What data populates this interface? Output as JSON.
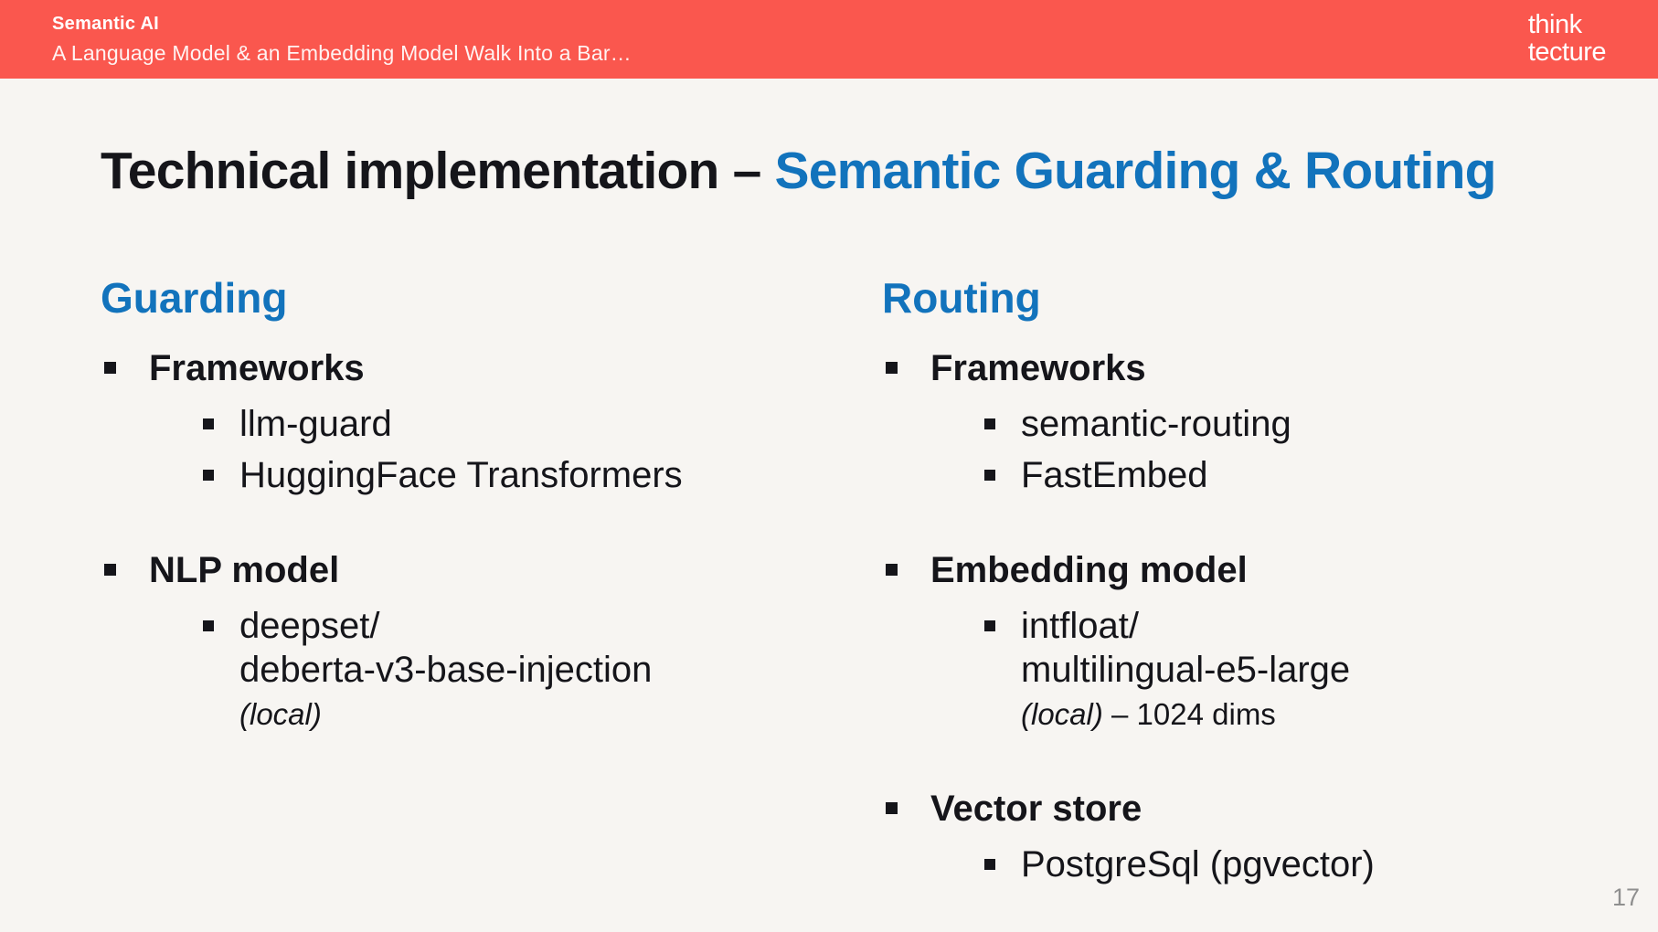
{
  "colors": {
    "header_bg": "#FA574E",
    "accent_blue": "#1273BC",
    "slide_bg": "#F7F5F2",
    "body_text": "#15151A",
    "page_number_gray": "#8F8F8F"
  },
  "header": {
    "deck_title": "Semantic AI",
    "deck_subtitle": "A Language Model & an Embedding Model Walk Into a Bar…",
    "logo": {
      "line1": "think",
      "line2": "tecture"
    }
  },
  "slide": {
    "title_main": "Technical implementation – ",
    "title_accent": "Semantic Guarding & Routing",
    "page_number": "17"
  },
  "columns": [
    {
      "heading": "Guarding",
      "groups": [
        {
          "label": "Frameworks",
          "items": [
            {
              "lines": [
                "llm-guard"
              ]
            },
            {
              "lines": [
                "HuggingFace Transformers"
              ]
            }
          ]
        },
        {
          "label": "NLP model",
          "items": [
            {
              "lines": [
                "deepset/",
                "deberta-v3-base-injection"
              ],
              "note_italic": "(local)",
              "note_rest": ""
            }
          ]
        }
      ]
    },
    {
      "heading": "Routing",
      "groups": [
        {
          "label": "Frameworks",
          "items": [
            {
              "lines": [
                "semantic-routing"
              ]
            },
            {
              "lines": [
                "FastEmbed"
              ]
            }
          ]
        },
        {
          "label": "Embedding model",
          "items": [
            {
              "lines": [
                "intfloat/",
                "multilingual-e5-large"
              ],
              "note_italic": "(local)",
              "note_rest": " – 1024 dims"
            }
          ]
        },
        {
          "label": "Vector store",
          "items": [
            {
              "lines": [
                "PostgreSql (pgvector)"
              ]
            }
          ]
        }
      ]
    }
  ]
}
